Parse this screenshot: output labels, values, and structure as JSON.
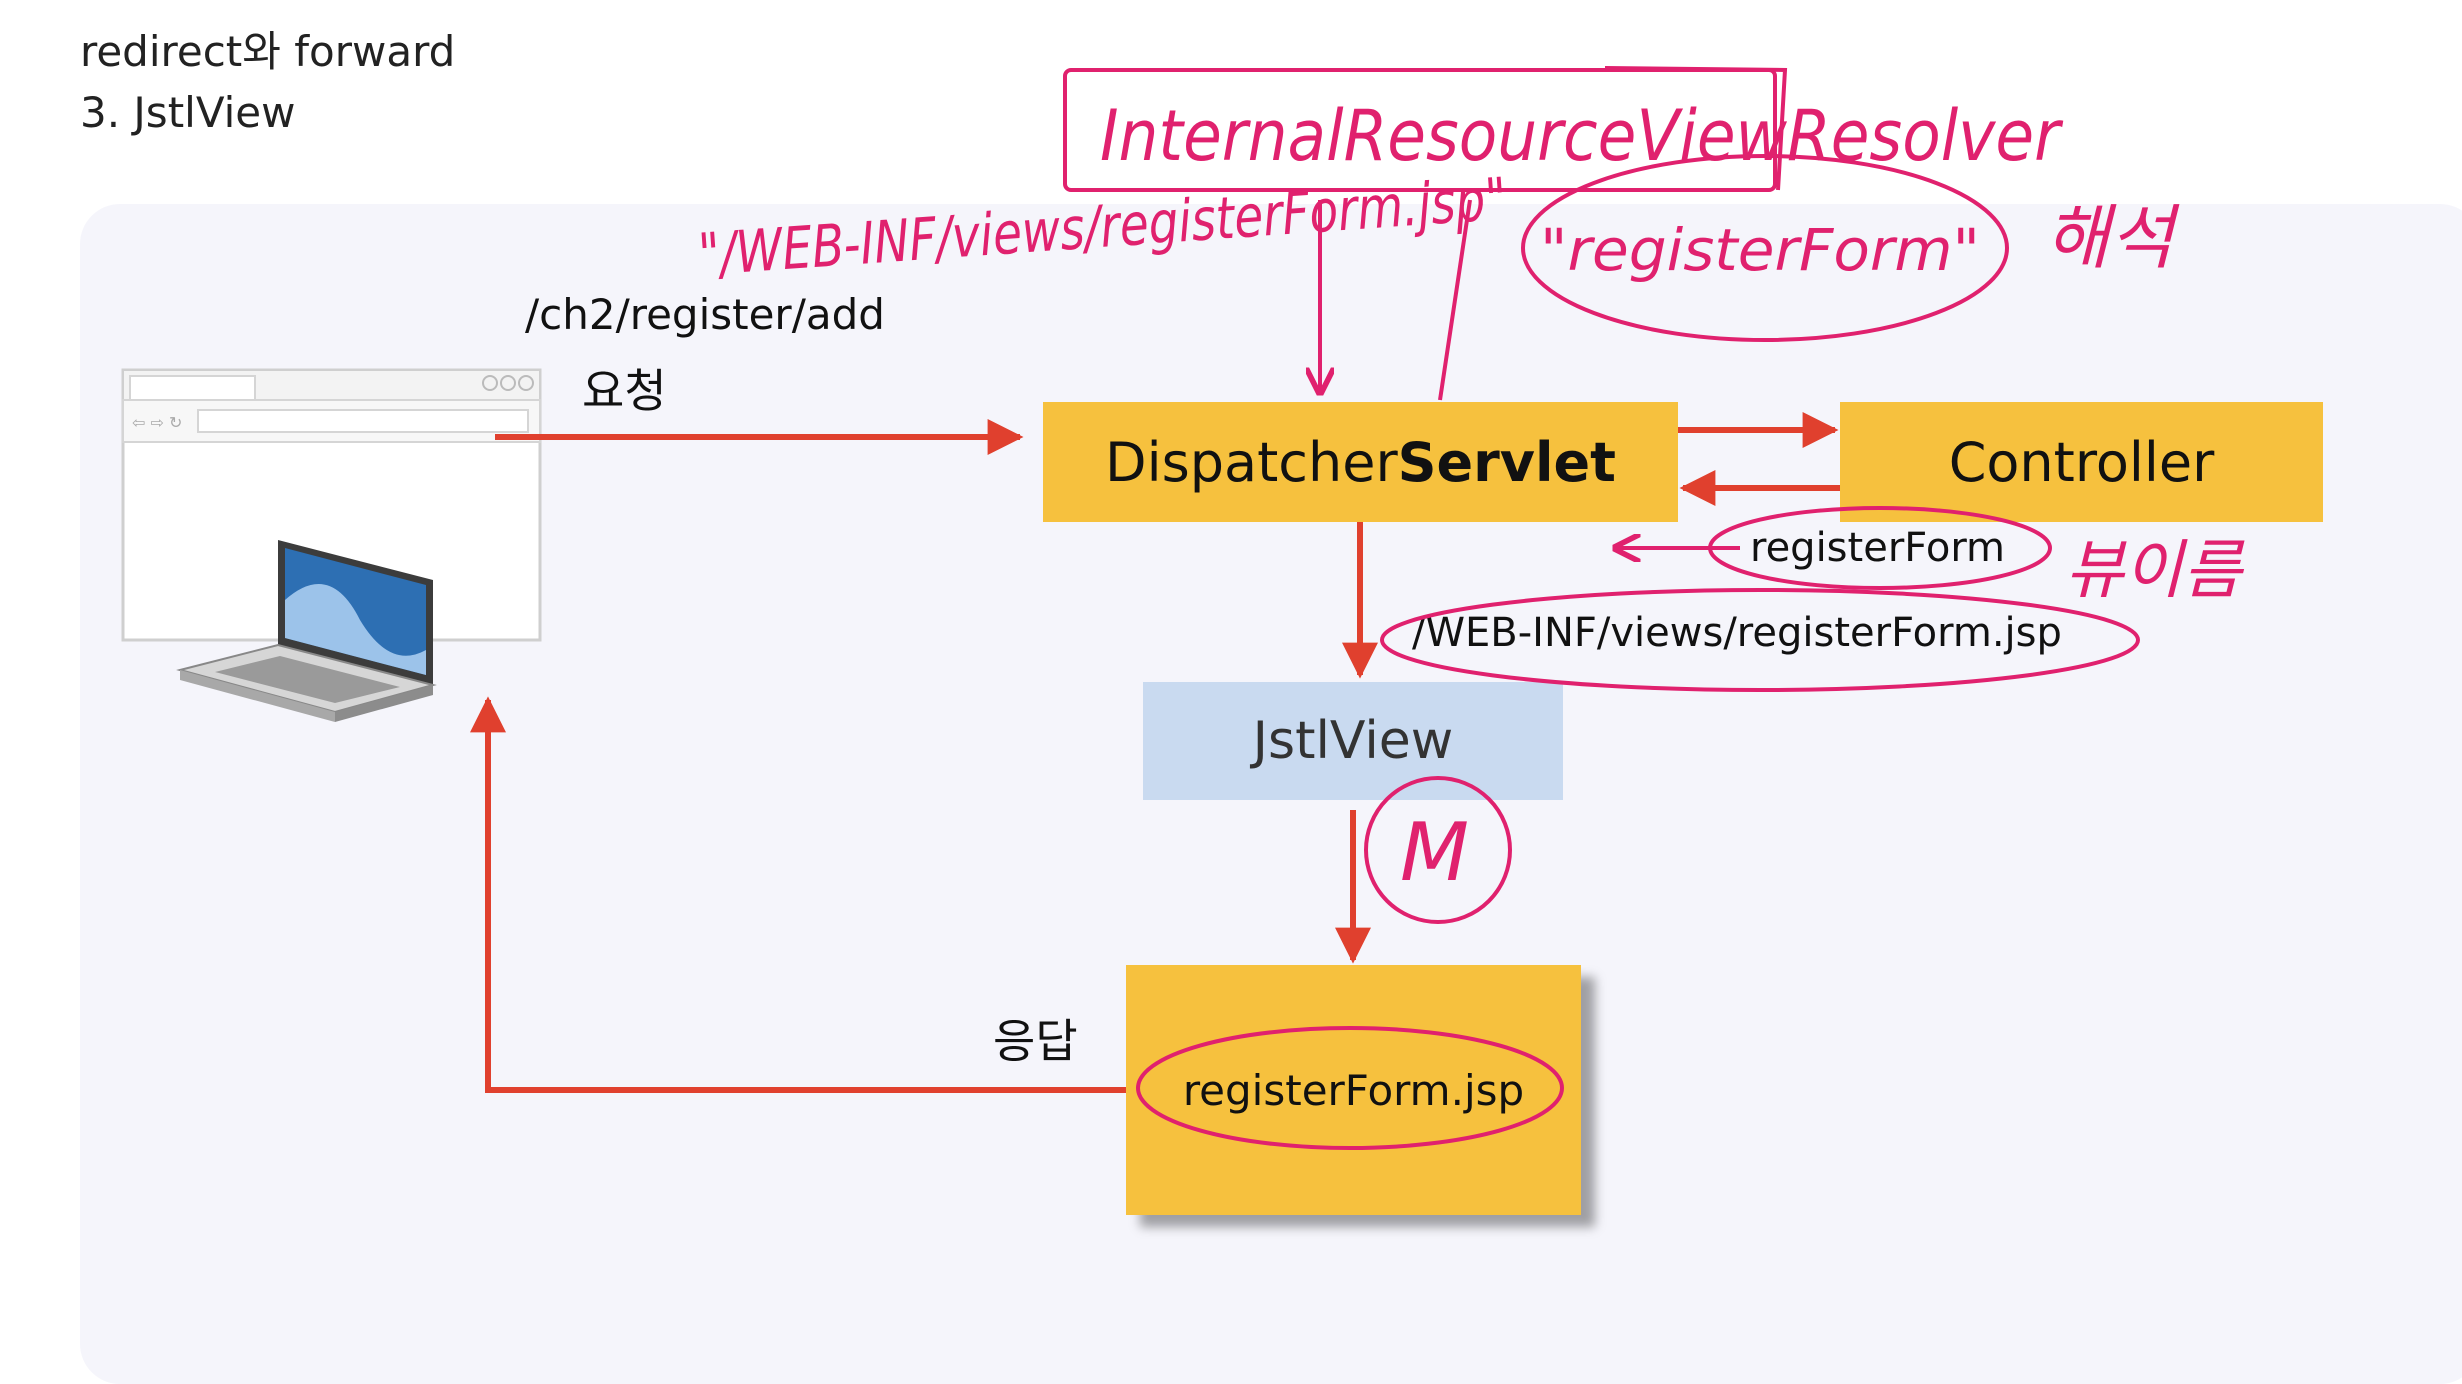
{
  "header": {
    "title": "redirect와 forward",
    "subtitle": "3. JstlView"
  },
  "diagram": {
    "request_url": "/ch2/register/add",
    "request_label": "요청",
    "response_label": "응답",
    "dispatcher_prefix": "Dispatcher",
    "dispatcher_bold": "Servlet",
    "controller": "Controller",
    "view_name": "registerForm",
    "view_path": "/WEB-INF/views/registerForm.jsp",
    "jstl_view": "JstlView",
    "jsp": "registerForm.jsp"
  },
  "handwriting": {
    "resolver": "InternalResourceViewResolver",
    "path_note": "\"/WEB-INF/views/registerForm.jsp\"",
    "name_note": "\"registerForm\"",
    "haesuk": "해석",
    "view_name_note": "뷰이름",
    "model": "M"
  },
  "colors": {
    "arrow": "#e0402e",
    "box_yellow": "#f6c13e",
    "box_blue": "#c9daf0",
    "annotation": "#e0216e"
  }
}
